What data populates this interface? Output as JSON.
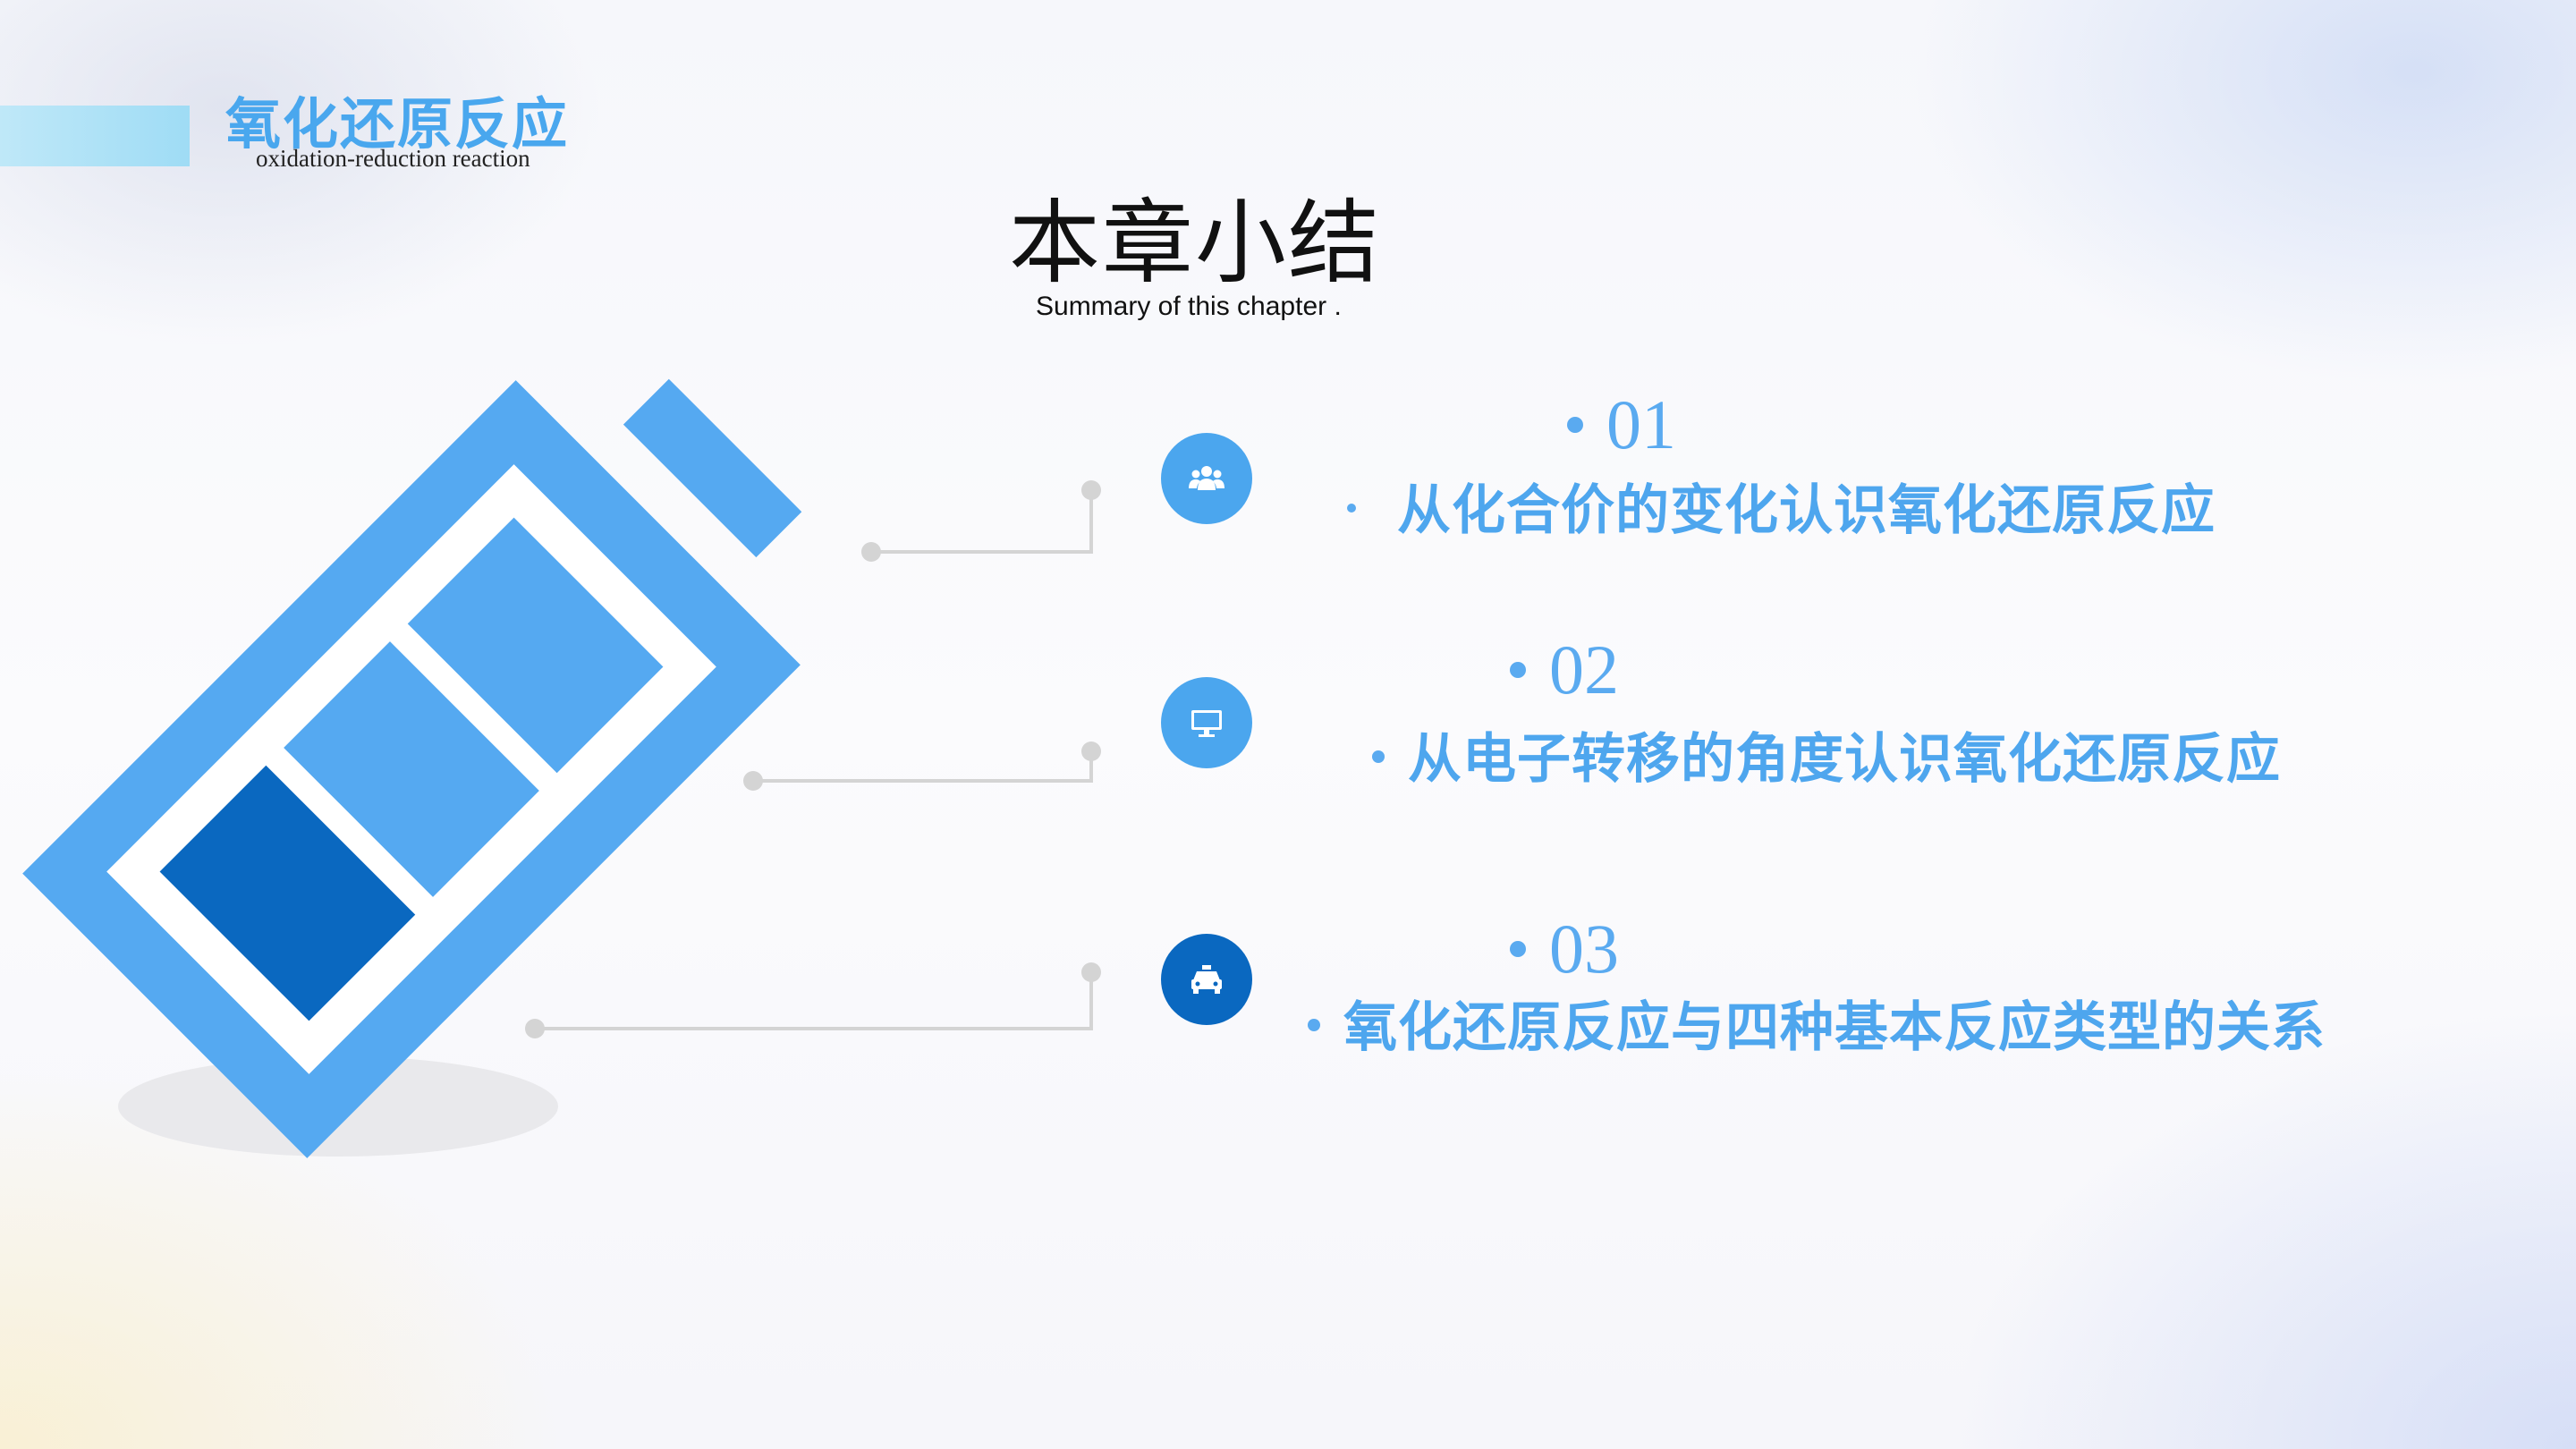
{
  "header": {
    "title": "氧化还原反应",
    "subtitle": "oxidation-reduction reaction"
  },
  "slide": {
    "title": "本章小结",
    "subtitle": "Summary of this chapter ."
  },
  "items": [
    {
      "number": "01",
      "text": "从化合价的变化认识氧化还原反应",
      "icon": "users-icon",
      "icon_color": "#4ba6ee"
    },
    {
      "number": "02",
      "text": "从电子转移的角度认识氧化还原反应",
      "icon": "monitor-icon",
      "icon_color": "#4ba6ee"
    },
    {
      "number": "03",
      "text": "氧化还原反应与四种基本反应类型的关系",
      "icon": "taxi-icon",
      "icon_color": "#0a68c0"
    }
  ],
  "colors": {
    "accent": "#55a9f1",
    "accent_dark": "#0a68c0",
    "text_blue": "#4ea6ee",
    "connector": "#d4d4d4"
  }
}
